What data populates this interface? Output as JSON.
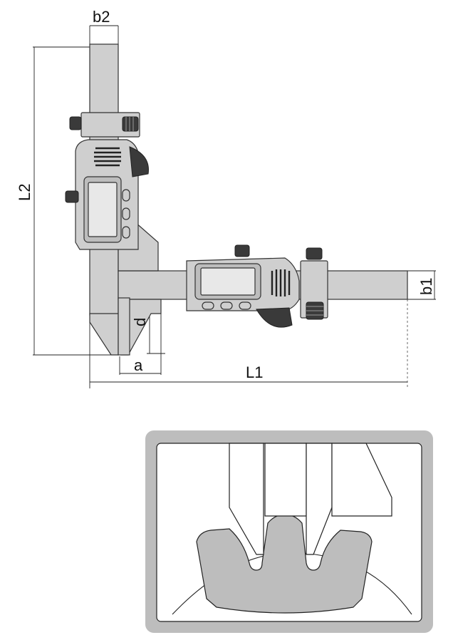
{
  "dimensions": {
    "b2": "b2",
    "L2": "L2",
    "b1": "b1",
    "L1": "L1",
    "a": "a",
    "d": "d"
  },
  "colors": {
    "body": "#cfcfcf",
    "outline": "#333333",
    "inset_frame": "#bdbdbd",
    "gear": "#bdbdbd"
  },
  "icons": [
    "thumb-screw-icon",
    "lcd-display-icon",
    "gear-tooth-icon"
  ]
}
